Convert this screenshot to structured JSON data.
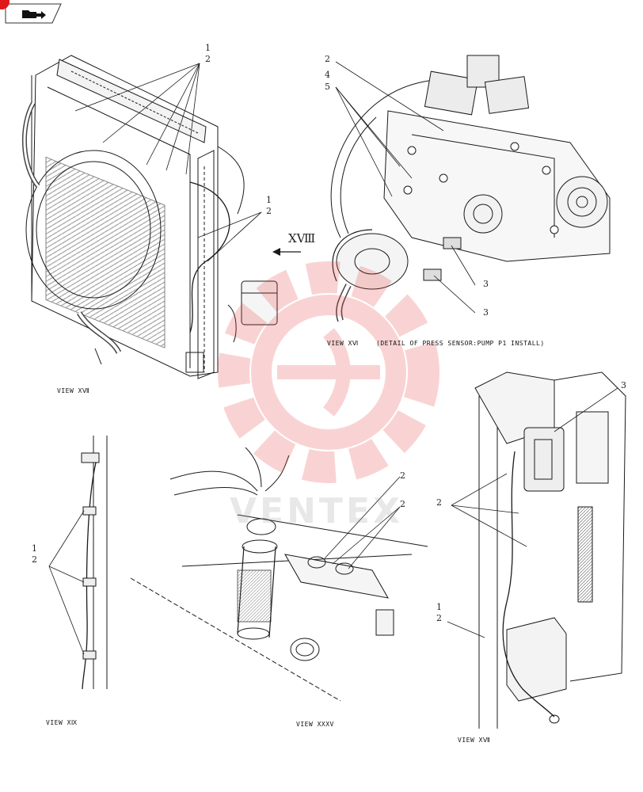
{
  "nav": {
    "badge_text": "",
    "tab_icon": "folder-arrow-icon"
  },
  "views": {
    "view_xvii_left": "VIEW XⅦ",
    "view_xvi": "VIEW XⅥ",
    "detail_note": "(DETAIL OF PRESS SENSOR:PUMP P1 INSTALL)",
    "view_xix": "VIEW XⅨ",
    "view_xxxv": "VIEW XXXV",
    "view_xvii_right": "VIEW XⅦ",
    "arrow_xviii": "XⅧ"
  },
  "callouts": {
    "c1": "1",
    "c2": "2",
    "c3": "3",
    "c4": "4",
    "c5": "5"
  },
  "watermark": {
    "text": "VENTEX",
    "color": "#e83a3a"
  },
  "colors": {
    "line": "#1a1a1a",
    "accent": "#e01818"
  }
}
